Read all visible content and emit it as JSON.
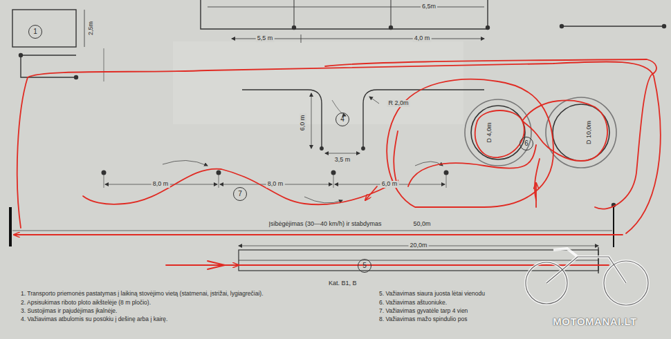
{
  "diagram": {
    "title": "Kat. B1, B",
    "nodes": [
      {
        "text": [
          "1"
        ]
      },
      {
        "text": [
          "4"
        ]
      },
      {
        "text": [
          "6"
        ]
      },
      {
        "text": [
          "7"
        ]
      },
      {
        "text": [
          "5"
        ]
      }
    ],
    "labels": [
      "2,5m",
      "6,5m",
      "5,5 m",
      "4,0 m",
      "6,0 m",
      "3,5 m",
      "R 2,0m",
      "D 4,0m",
      "D 10,0m",
      "8,0 m",
      "8,0 m",
      "6,0 m",
      "Įsibėgėjimas (30—40 km/h) ir stabdymas",
      "50,0m",
      "20,0m",
      "1. Transporto priemonės pastatymas į laikiną stovėjimo vietą (statmenai, įstrižai, lygiagrečiai).",
      "2. Apsisukimas riboto ploto aikštelėje (8 m pločio).",
      "3. Sustojimas ir pajudėjimas įkalnėje.",
      "4. Važiavimas atbulomis su posūkiu į dešinę arba į kairę.",
      "5. Važiavimas siaura juosta lėtai vienodu",
      "6. Važiavimas aštuoniuke.",
      "7. Važiavimas gyvatėle tarp 4 vien",
      "8. Važiavimas mažo spindulio pos",
      "MOTOMANAI.LT"
    ]
  }
}
